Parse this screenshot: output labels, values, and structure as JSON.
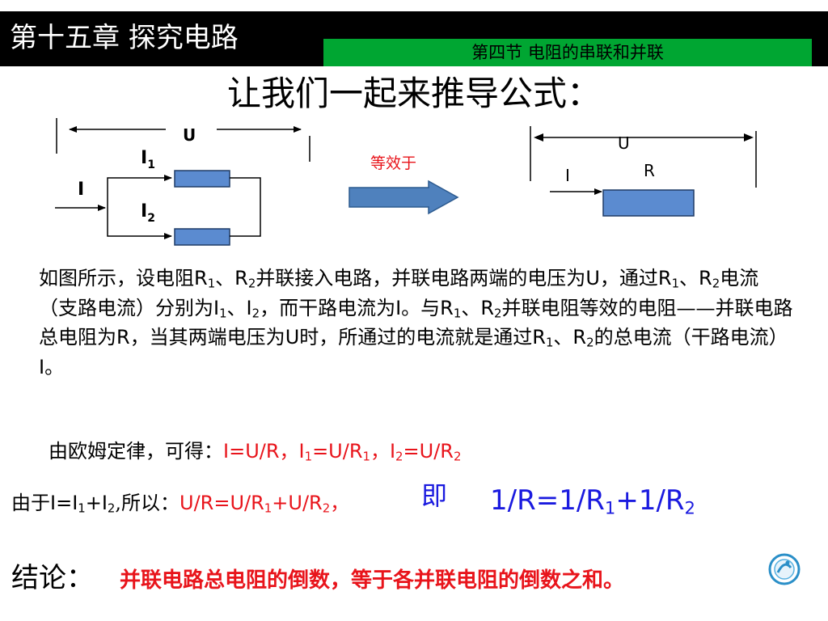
{
  "header": {
    "chapter": "第十五章  探究电路",
    "section": "第四节 电阻的串联和并联"
  },
  "heading": "让我们一起来推导公式：",
  "circuit": {
    "left_u": "U",
    "left_i1_base": "I",
    "left_i1_sub": "1",
    "left_i": "I",
    "left_i2_base": "I",
    "left_i2_sub": "2",
    "equiv": "等效于",
    "right_u": "U",
    "right_i": "I",
    "right_r": "R"
  },
  "para": {
    "s1": "如图所示，设电阻",
    "r": "R",
    "sub1": "1",
    "dun": "、",
    "sub2": "2",
    "s2": "并联接入电路，并联电路两端的电压为",
    "u": "U",
    "s3": "，通过",
    "s4": "电流（支路电流）分别为",
    "i": "I",
    "s5": "，而干路电流为",
    "s6": "。与",
    "s7": "并联电阻等效的电阻——并联电路总电阻为",
    "s8": "，当其两端电压为",
    "s9": "时，所通过的电流就是通过",
    "s10": "的总电流（干路电流）",
    "s11": "。"
  },
  "ohm": {
    "text": "由欧姆定律，可得：",
    "f1": "I=U/R，I",
    "sub1": "1",
    "f2": "=U/R",
    "f3": "，I",
    "sub2": "2",
    "f4": "=U/R"
  },
  "since": {
    "t1": "由于",
    "e1": "I=I",
    "sub1": "1",
    "e2": "+I",
    "sub2": "2",
    "t2": ",所以：",
    "r1": "U/R=U/R",
    "r2": "+U/R",
    "r3": "，"
  },
  "ji": "即",
  "formula": {
    "a": "1/R=1/R",
    "sub1": "1",
    "b": "+1/R",
    "sub2": "2"
  },
  "conclusion": {
    "label": "结论：",
    "text": "并联电路总电阻的倒数，等于各并联电阻的倒数之和。"
  },
  "colors": {
    "topbar": "#000000",
    "section_bg": "#00a632",
    "accent_red": "#e8141b",
    "formula_blue": "#1a1adf",
    "resistor": "#5b8bd0",
    "arrow": "#4f81bd"
  }
}
